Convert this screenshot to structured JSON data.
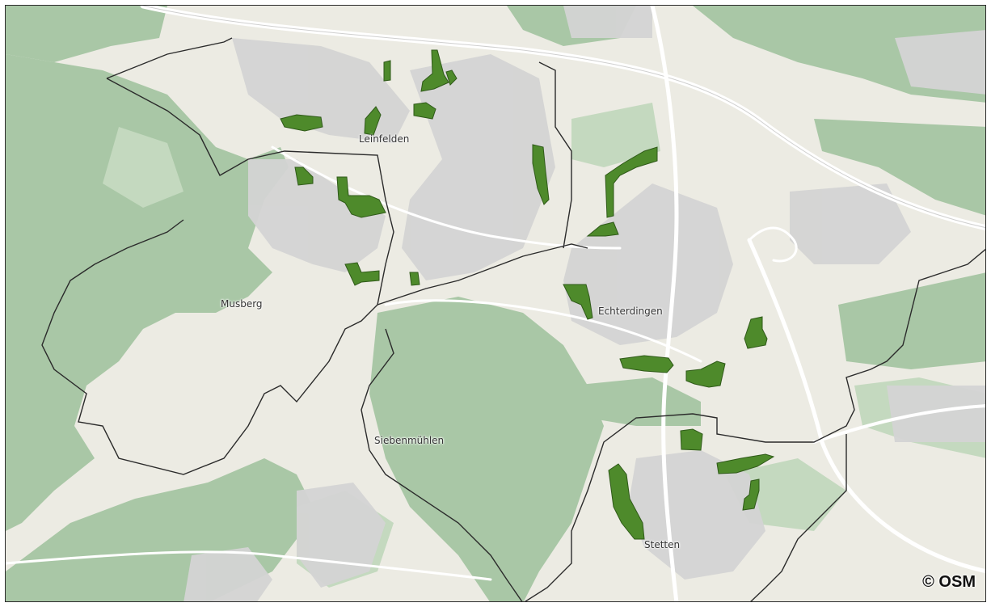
{
  "map": {
    "attribution": "© OSM",
    "places": [
      {
        "id": "leinfelden",
        "name": "Leinfelden"
      },
      {
        "id": "musberg",
        "name": "Musberg"
      },
      {
        "id": "echterdingen",
        "name": "Echterdingen"
      },
      {
        "id": "siebenmuehlen",
        "name": "Siebenmühlen"
      },
      {
        "id": "stetten",
        "name": "Stetten"
      }
    ],
    "colors": {
      "land": "#ecebe3",
      "forest": "#a9c7a6",
      "forest_light": "#c4d9bf",
      "urban": "#d4d4d4",
      "road": "#ffffff",
      "highlight_area": "#4e8a2b",
      "boundary": "#2b2b2b"
    }
  }
}
